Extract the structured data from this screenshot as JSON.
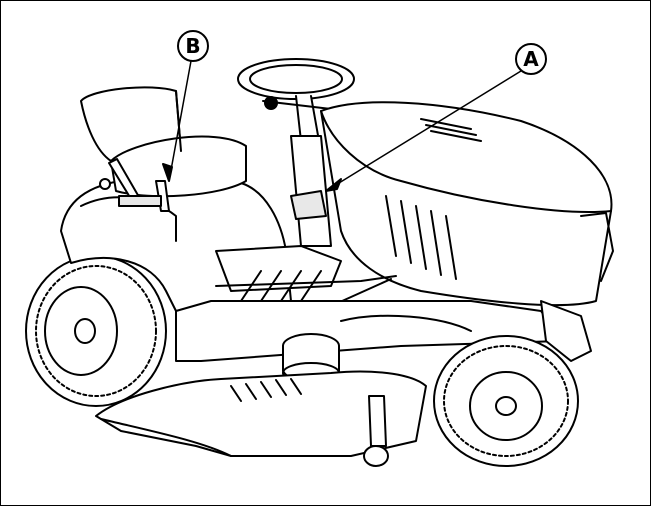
{
  "diagram": {
    "callouts": [
      {
        "id": "A",
        "label": "A"
      },
      {
        "id": "B",
        "label": "B"
      }
    ],
    "colors": {
      "stroke": "#000000",
      "fill": "#ffffff",
      "shade": "#e8e8e8"
    }
  }
}
